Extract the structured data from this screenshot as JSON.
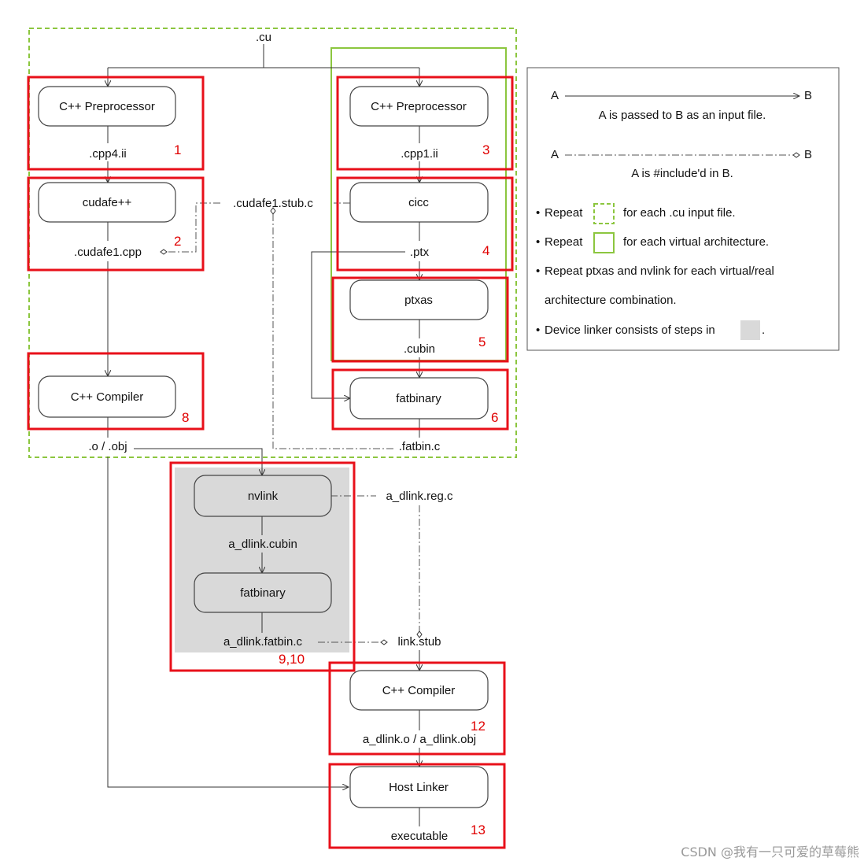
{
  "colors": {
    "red_box": "#e8101a",
    "green": "#8cc63f",
    "device_linker_gray": "#d9d9d9",
    "number": "#e00000"
  },
  "top_input": ".cu",
  "nodes": {
    "cpp_pre_left": "C++ Preprocessor",
    "cpp_pre_right": "C++ Preprocessor",
    "cudafe": "cudafe++",
    "cicc": "cicc",
    "ptxas": "ptxas",
    "fatbinary_top": "fatbinary",
    "cpp_compiler_top": "C++ Compiler",
    "nvlink": "nvlink",
    "fatbinary_dlink": "fatbinary",
    "cpp_compiler_bottom": "C++ Compiler",
    "host_linker": "Host Linker"
  },
  "files": {
    "cpp4": ".cpp4.ii",
    "cpp1": ".cpp1.ii",
    "cudafe1_stub": ".cudafe1.stub.c",
    "cudafe1_cpp": ".cudafe1.cpp",
    "ptx": ".ptx",
    "cubin": ".cubin",
    "obj": ".o / .obj",
    "fatbin_c": ".fatbin.c",
    "dlink_reg": "a_dlink.reg.c",
    "dlink_cubin": "a_dlink.cubin",
    "dlink_fatbin": "a_dlink.fatbin.c",
    "link_stub": "link.stub",
    "dlink_obj": "a_dlink.o / a_dlink.obj",
    "executable": "executable"
  },
  "step_numbers": [
    "1",
    "2",
    "3",
    "4",
    "5",
    "6",
    "8",
    "9,10",
    "12",
    "13"
  ],
  "legend": {
    "a": "A",
    "b": "B",
    "passed_text": "A is passed to B as an input file.",
    "include_text": "A is #include'd in B.",
    "bullet": "•",
    "repeat_label": "Repeat",
    "repeat_cu_text": "for each .cu input file.",
    "repeat_arch_text": "for each virtual architecture.",
    "repeat_ptxas_line1": "Repeat ptxas and nvlink for each virtual/real",
    "repeat_ptxas_line2": "architecture combination.",
    "device_linker_text": "Device linker consists of steps in",
    "period": "."
  },
  "watermark": "CSDN @我有一只可爱的草莓熊"
}
